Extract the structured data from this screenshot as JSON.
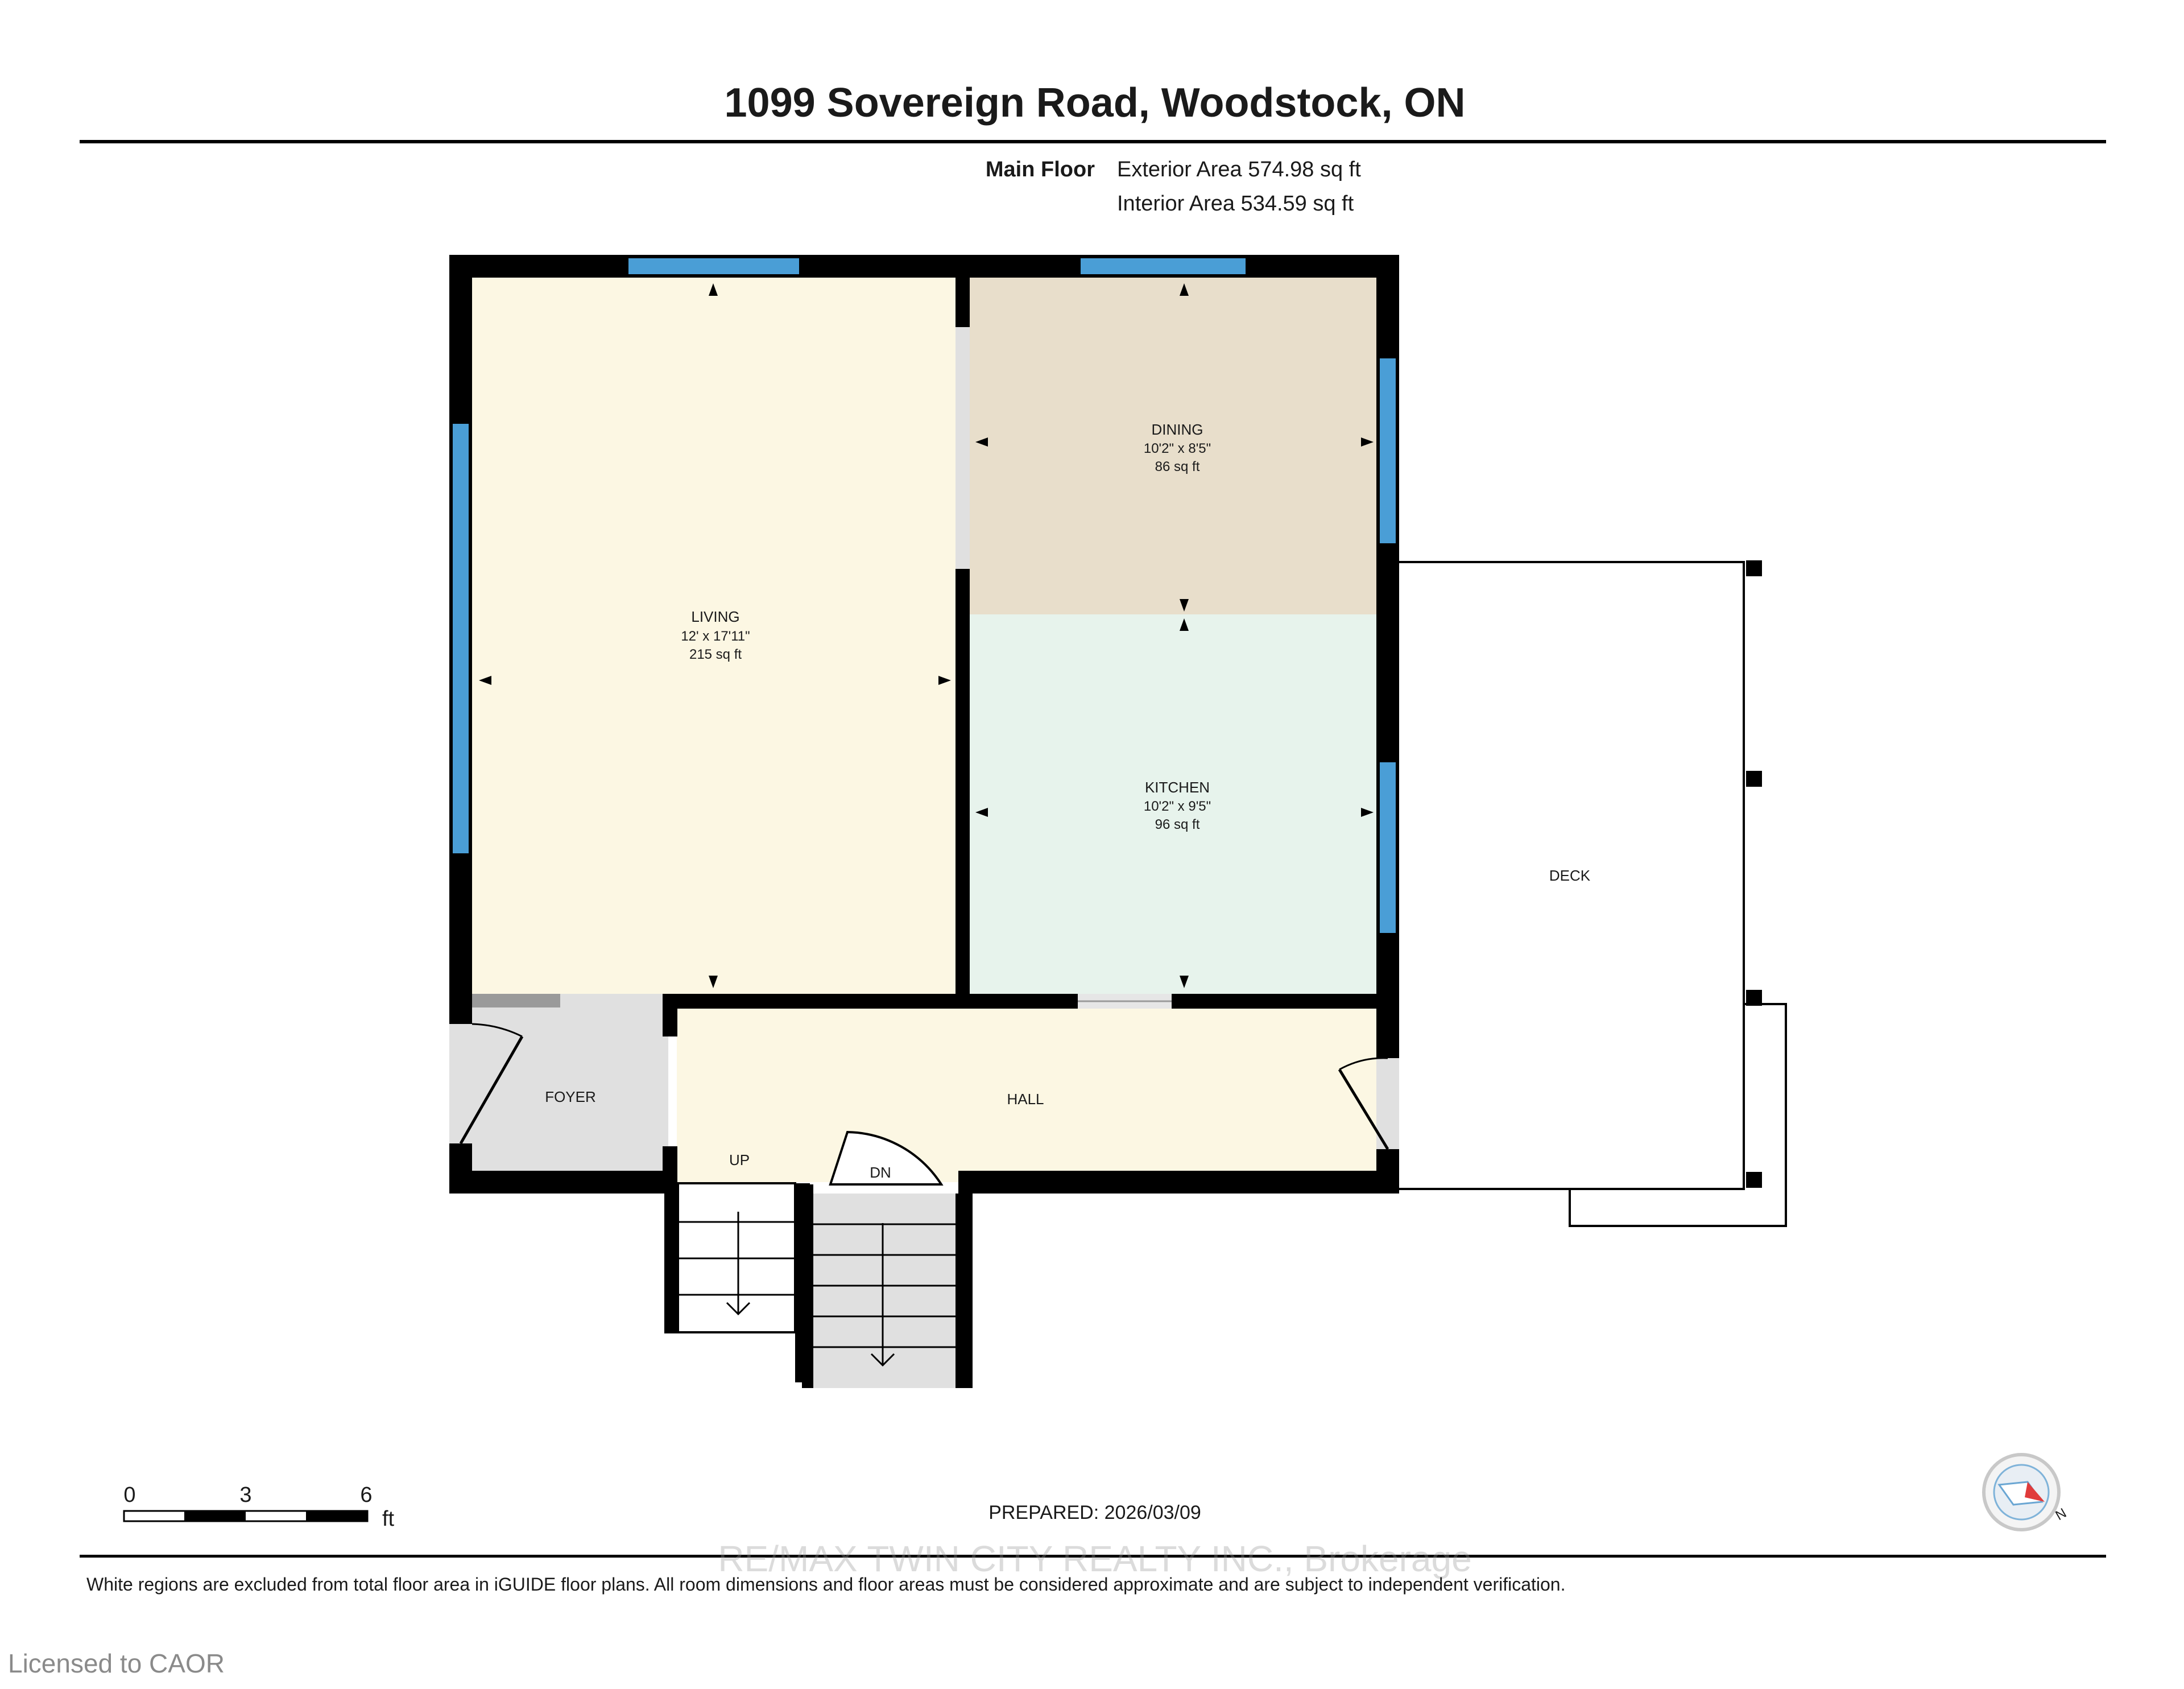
{
  "header": {
    "title": "1099 Sovereign Road, Woodstock, ON",
    "floor_name": "Main Floor",
    "exterior_area": "Exterior Area 574.98 sq ft",
    "interior_area": "Interior Area 534.59 sq ft"
  },
  "rooms": {
    "living": {
      "name": "LIVING",
      "dims": "12' x 17'11\"",
      "area": "215 sq ft"
    },
    "dining": {
      "name": "DINING",
      "dims": "10'2\" x 8'5\"",
      "area": "86 sq ft"
    },
    "kitchen": {
      "name": "KITCHEN",
      "dims": "10'2\" x 9'5\"",
      "area": "96 sq ft"
    },
    "foyer": {
      "name": "FOYER"
    },
    "hall": {
      "name": "HALL"
    },
    "deck": {
      "name": "DECK"
    },
    "stairs_up": "UP",
    "stairs_down": "DN"
  },
  "scale": {
    "labels": [
      "0",
      "3",
      "6"
    ],
    "unit": "ft"
  },
  "compass": {
    "north": "N"
  },
  "prepared": "PREPARED: 2026/03/09",
  "watermark": "RE/MAX TWIN CITY REALTY INC., Brokerage",
  "disclaimer": "White regions are excluded from total floor area in iGUIDE floor plans. All room dimensions and floor areas must be considered approximate and are subject to independent verification.",
  "license": "Licensed to CAOR",
  "colors": {
    "living": "#fcf7e3",
    "dining": "#e8decb",
    "kitchen": "#e7f3ec",
    "hall": "#fcf7e3",
    "foyer": "#e0e0e0",
    "wall": "#000000",
    "window": "#4a9ed6"
  }
}
